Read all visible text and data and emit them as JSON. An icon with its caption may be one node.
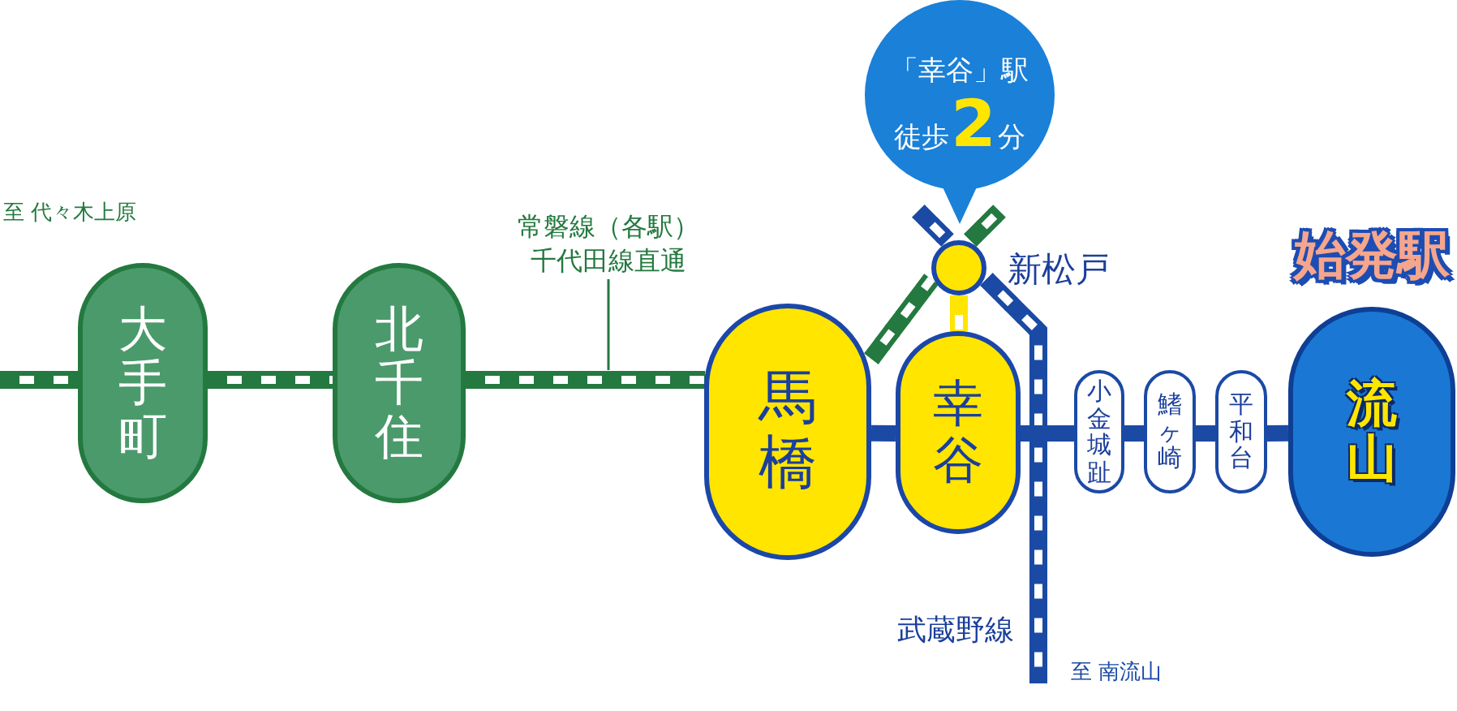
{
  "diagram": {
    "nodes": [
      {
        "text": [
          "大手町"
        ]
      },
      {
        "text": [
          "北千住"
        ]
      },
      {
        "text": [
          "常磐線（各駅）千代田線直通"
        ]
      },
      {
        "text": [
          "馬橋"
        ]
      },
      {
        "text": [
          "「幸谷」駅徒歩**2**分"
        ]
      },
      {
        "text": [],
        "shape": "circle",
        "beside": [
          "新松戸"
        ]
      },
      {
        "text": [
          "幸谷"
        ]
      },
      {
        "text": [
          "小金城趾"
        ]
      },
      {
        "text": [
          "鰭ヶ崎"
        ]
      },
      {
        "text": [
          "平和台"
        ]
      },
      {
        "text": [
          "流山"
        ],
        "beside": [
          "始発駅"
        ]
      }
    ],
    "edges": [
      {
        "from": null,
        "to": 0,
        "arrow": "none",
        "style": "dashed",
        "color": "#23793f"
      },
      {
        "from": 0,
        "to": 1,
        "arrow": "none",
        "style": "dashed",
        "color": "#23793f"
      },
      {
        "from": 1,
        "to": 3,
        "arrow": "none",
        "style": "dashed",
        "color": "#23793f"
      },
      {
        "from": 3,
        "to": 5,
        "arrow": "none",
        "style": "dashed",
        "color": "#23793f"
      },
      {
        "from": 5,
        "to": null,
        "arrow": "none",
        "style": "dashed",
        "color": "#23793f"
      },
      {
        "from": null,
        "to": 5,
        "arrow": "none",
        "style": "dashed"
      },
      {
        "from": 5,
        "to": null,
        "arrow": "none",
        "style": "dashed"
      },
      {
        "from": 5,
        "to": 6,
        "arrow": "none",
        "style": "dashed",
        "color": "#ffe500"
      },
      {
        "from": 3,
        "to": 6,
        "arrow": "none"
      },
      {
        "from": 6,
        "to": 7,
        "arrow": "none"
      },
      {
        "from": 7,
        "to": 8,
        "arrow": "none"
      },
      {
        "from": 8,
        "to": 9,
        "arrow": "none"
      },
      {
        "from": 9,
        "to": 10,
        "arrow": "none"
      },
      {
        "from": 2,
        "to": null,
        "arrow": "none",
        "color": "#23793f"
      }
    ],
    "labels": [
      "至 代々木上原",
      "武蔵野線",
      "至 南流山"
    ]
  }
}
